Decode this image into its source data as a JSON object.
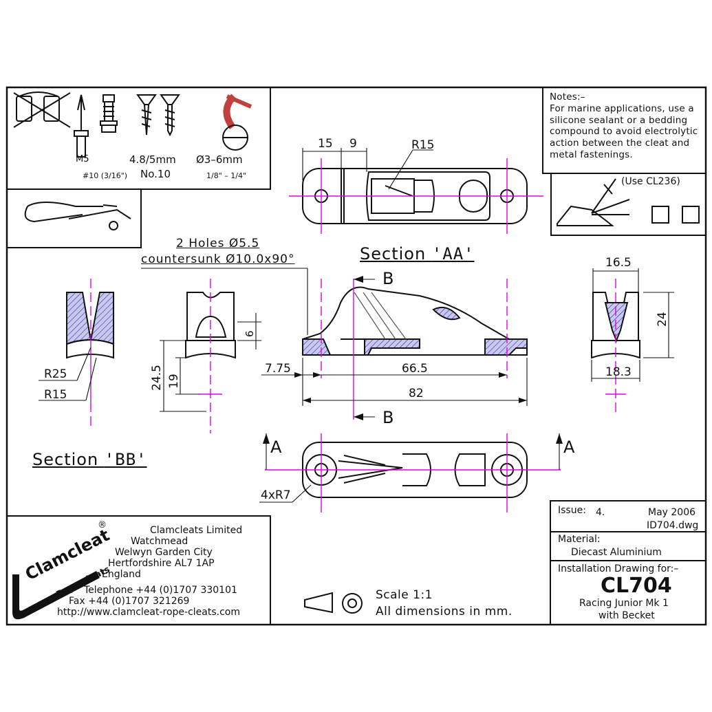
{
  "title_block": {
    "issue_label": "Issue:",
    "issue_number": "4.",
    "date": "May 2006",
    "file": "ID704.dwg",
    "material_label": "Material:",
    "material": "Diecast Aluminium",
    "drawing_for_label": "Installation Drawing for:–",
    "part_number": "CL704",
    "part_desc_1": "Racing Junior Mk 1",
    "part_desc_2": "with Becket"
  },
  "company": {
    "logo_text": "Clamcleat",
    "logo_reg": "®",
    "logo_tagline": "Rope cleats",
    "name": "Clamcleats Limited",
    "addr1": "Watchmead",
    "addr2": "Welwyn Garden City",
    "addr3": "Hertfordshire AL7 1AP",
    "addr4": "England",
    "telephone": "Telephone +44 (0)1707 330101",
    "fax": "Fax +44 (0)1707 321269",
    "web": "http://www.clamcleat-rope-cleats.com"
  },
  "scale": {
    "scale_text": "Scale 1:1",
    "units_text": "All dimensions in mm."
  },
  "notes": {
    "heading": "Notes:–",
    "body": "For marine applications, use a silicone sealant or a bedding compound to avoid electrolytic action between the cleat and metal fastenings."
  },
  "fasteners": {
    "m5": "M5",
    "screw_size": "4.8/5mm",
    "rope_dia": "Ø3–6mm",
    "imperial_10": "#10 (3/16\")",
    "no10": "No.10",
    "rope_imperial": "1/8\" – 1/4\""
  },
  "use_note": "(Use CL236)",
  "holes_note_1": "2 Holes Ø5.5",
  "holes_note_2": "countersunk Ø10.0x90°",
  "section_aa": "Section ",
  "section_aa_mark": "'AA'",
  "section_bb": "Section ",
  "section_bb_mark": "'BB'",
  "dims": {
    "d15": "15",
    "d9": "9",
    "r15_top": "R15",
    "d16_5": "16.5",
    "d24": "24",
    "d18_3": "18.3",
    "d6": "6",
    "d19": "19",
    "d24_5": "24.5",
    "d7_75": "7.75",
    "d66_5": "66.5",
    "d82": "82",
    "r25": "R25",
    "r15": "R15",
    "r7": "4xR7",
    "sec_b_top": "B",
    "sec_b_bot": "B",
    "sec_a_left": "A",
    "sec_a_right": "A"
  },
  "colors": {
    "section_fill": "#c8c8f0",
    "centerline": "#e000e0",
    "line": "#111111"
  }
}
